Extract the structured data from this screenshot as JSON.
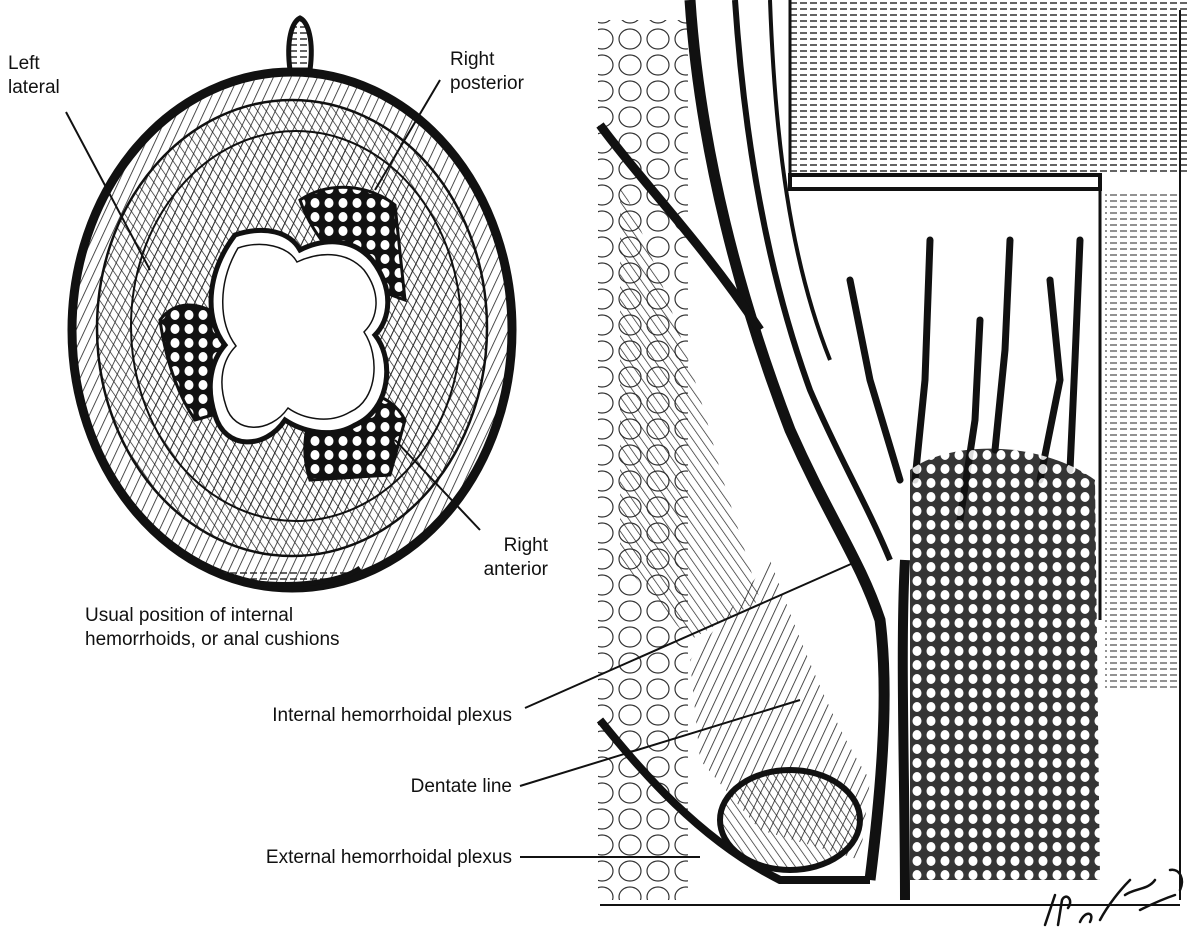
{
  "labels": {
    "left_lateral": [
      "Left",
      "lateral"
    ],
    "right_posterior": [
      "Right",
      "posterior"
    ],
    "right_anterior": [
      "Right",
      "anterior"
    ],
    "usual_position": [
      "Usual position of internal",
      "hemorrhoids, or anal cushions"
    ],
    "internal_plexus": "Internal hemorrhoidal plexus",
    "dentate_line": "Dentate line",
    "external_plexus": "External hemorrhoidal plexus"
  },
  "signature_text": "R.L. Boyle / Hilir"
}
